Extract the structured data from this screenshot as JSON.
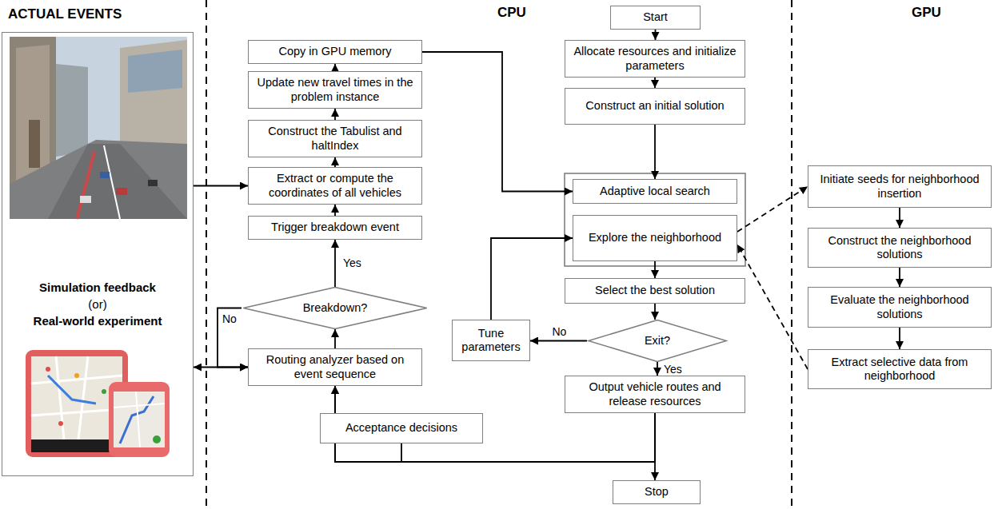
{
  "diagram": {
    "nodes": [
      {
        "text": [
          "Simulation feedback",
          "(or)",
          "Real-world experiment"
        ]
      },
      {
        "text": [
          "Copy in GPU memory"
        ]
      },
      {
        "text": [
          "Update new travel times in the problem instance"
        ]
      },
      {
        "text": [
          "Construct the Tabulist and haltIndex"
        ]
      },
      {
        "text": [
          "Extract or compute the coordinates of all vehicles"
        ]
      },
      {
        "text": [
          "Trigger breakdown event"
        ]
      },
      {
        "text": [
          "Breakdown?"
        ]
      },
      {
        "text": [
          "Routing analyzer based on event sequence"
        ]
      },
      {
        "text": [
          "Acceptance decisions"
        ]
      },
      {
        "text": [
          "Start"
        ]
      },
      {
        "text": [
          "Allocate resources and initialize parameters"
        ]
      },
      {
        "text": [
          "Construct an initial solution"
        ]
      },
      {
        "text": [
          "Adaptive local search"
        ]
      },
      {
        "text": [
          "Explore the neighborhood"
        ]
      },
      {
        "text": [
          "Select the best solution"
        ]
      },
      {
        "text": [
          "Exit?"
        ]
      },
      {
        "text": [
          "Tune parameters"
        ]
      },
      {
        "text": [
          "Output vehicle routes and release resources"
        ]
      },
      {
        "text": [
          "Stop"
        ]
      },
      {
        "text": [
          "Initiate seeds for neighborhood insertion"
        ]
      },
      {
        "text": [
          "Construct the neighborhood solutions"
        ]
      },
      {
        "text": [
          "Evaluate the neighborhood solutions"
        ]
      },
      {
        "text": [
          "Extract selective data from neighborhood"
        ]
      }
    ],
    "edges": [
      {
        "from": 9,
        "to": 10,
        "arrow": "to"
      },
      {
        "from": 10,
        "to": 11,
        "arrow": "to"
      },
      {
        "from": 11,
        "to": 12,
        "arrow": "to"
      },
      {
        "from": 13,
        "to": 14,
        "arrow": "to"
      },
      {
        "from": 14,
        "to": 15,
        "arrow": "to"
      },
      {
        "from": 15,
        "to": 16,
        "label": "No",
        "arrow": "to"
      },
      {
        "from": 16,
        "to": 13,
        "arrow": "to"
      },
      {
        "from": 15,
        "to": 17,
        "label": "Yes",
        "arrow": "to"
      },
      {
        "from": 17,
        "to": 18,
        "arrow": "to"
      },
      {
        "from": 17,
        "to": 7,
        "arrow": "to"
      },
      {
        "from": 8,
        "to": 7,
        "arrow": "to"
      },
      {
        "from": 7,
        "to": 0,
        "arrow": "both"
      },
      {
        "from": 7,
        "to": 6,
        "arrow": "to"
      },
      {
        "from": 6,
        "to": 5,
        "label": "Yes",
        "arrow": "to"
      },
      {
        "from": 6,
        "to": 7,
        "label": "No",
        "arrow": "to"
      },
      {
        "from": 0,
        "to": 4,
        "arrow": "to"
      },
      {
        "from": 5,
        "to": 4,
        "arrow": "to"
      },
      {
        "from": 4,
        "to": 3,
        "arrow": "to"
      },
      {
        "from": 3,
        "to": 2,
        "arrow": "to"
      },
      {
        "from": 2,
        "to": 1,
        "arrow": "to"
      },
      {
        "from": 1,
        "to": 12,
        "arrow": "to"
      },
      {
        "from": 13,
        "to": 19,
        "arrow": "to"
      },
      {
        "from": 22,
        "to": 13,
        "arrow": "to"
      },
      {
        "from": 19,
        "to": 20,
        "arrow": "to"
      },
      {
        "from": 20,
        "to": 21,
        "arrow": "to"
      },
      {
        "from": 21,
        "to": 22,
        "arrow": "to"
      }
    ],
    "labels": [
      "ACTUAL EVENTS",
      "CPU",
      "GPU"
    ]
  }
}
